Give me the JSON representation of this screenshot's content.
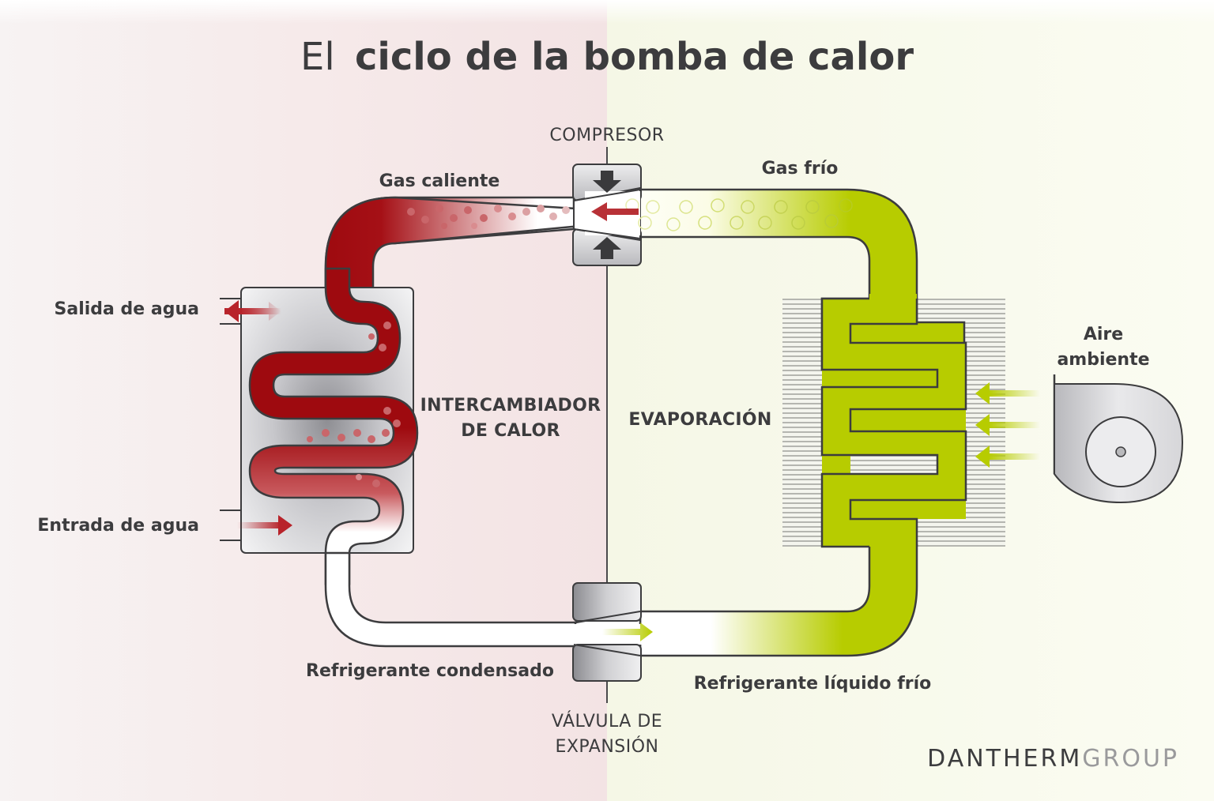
{
  "title": {
    "prefix": "El",
    "main": "ciclo de la bomba de calor"
  },
  "labels": {
    "compressor": "COMPRESOR",
    "hot_gas": "Gas caliente",
    "cold_gas": "Gas frío",
    "water_out": "Salida de agua",
    "water_in": "Entrada de agua",
    "heat_exchanger_line1": "INTERCAMBIADOR",
    "heat_exchanger_line2": "DE CALOR",
    "evaporation": "EVAPORACIÓN",
    "ambient_air_line1": "Aire",
    "ambient_air_line2": "ambiente",
    "condensed_refrigerant": "Refrigerante condensado",
    "cold_liquid_refrigerant": "Refrigerante líquido frío",
    "valve_line1": "VÁLVULA DE",
    "valve_line2": "EXPANSIÓN"
  },
  "brand": {
    "bold": "DANTHERM",
    "light": "GROUP"
  },
  "colors": {
    "hot_red": "#9e0a0f",
    "cold_green": "#b7cc00",
    "text": "#3c3c3e"
  }
}
